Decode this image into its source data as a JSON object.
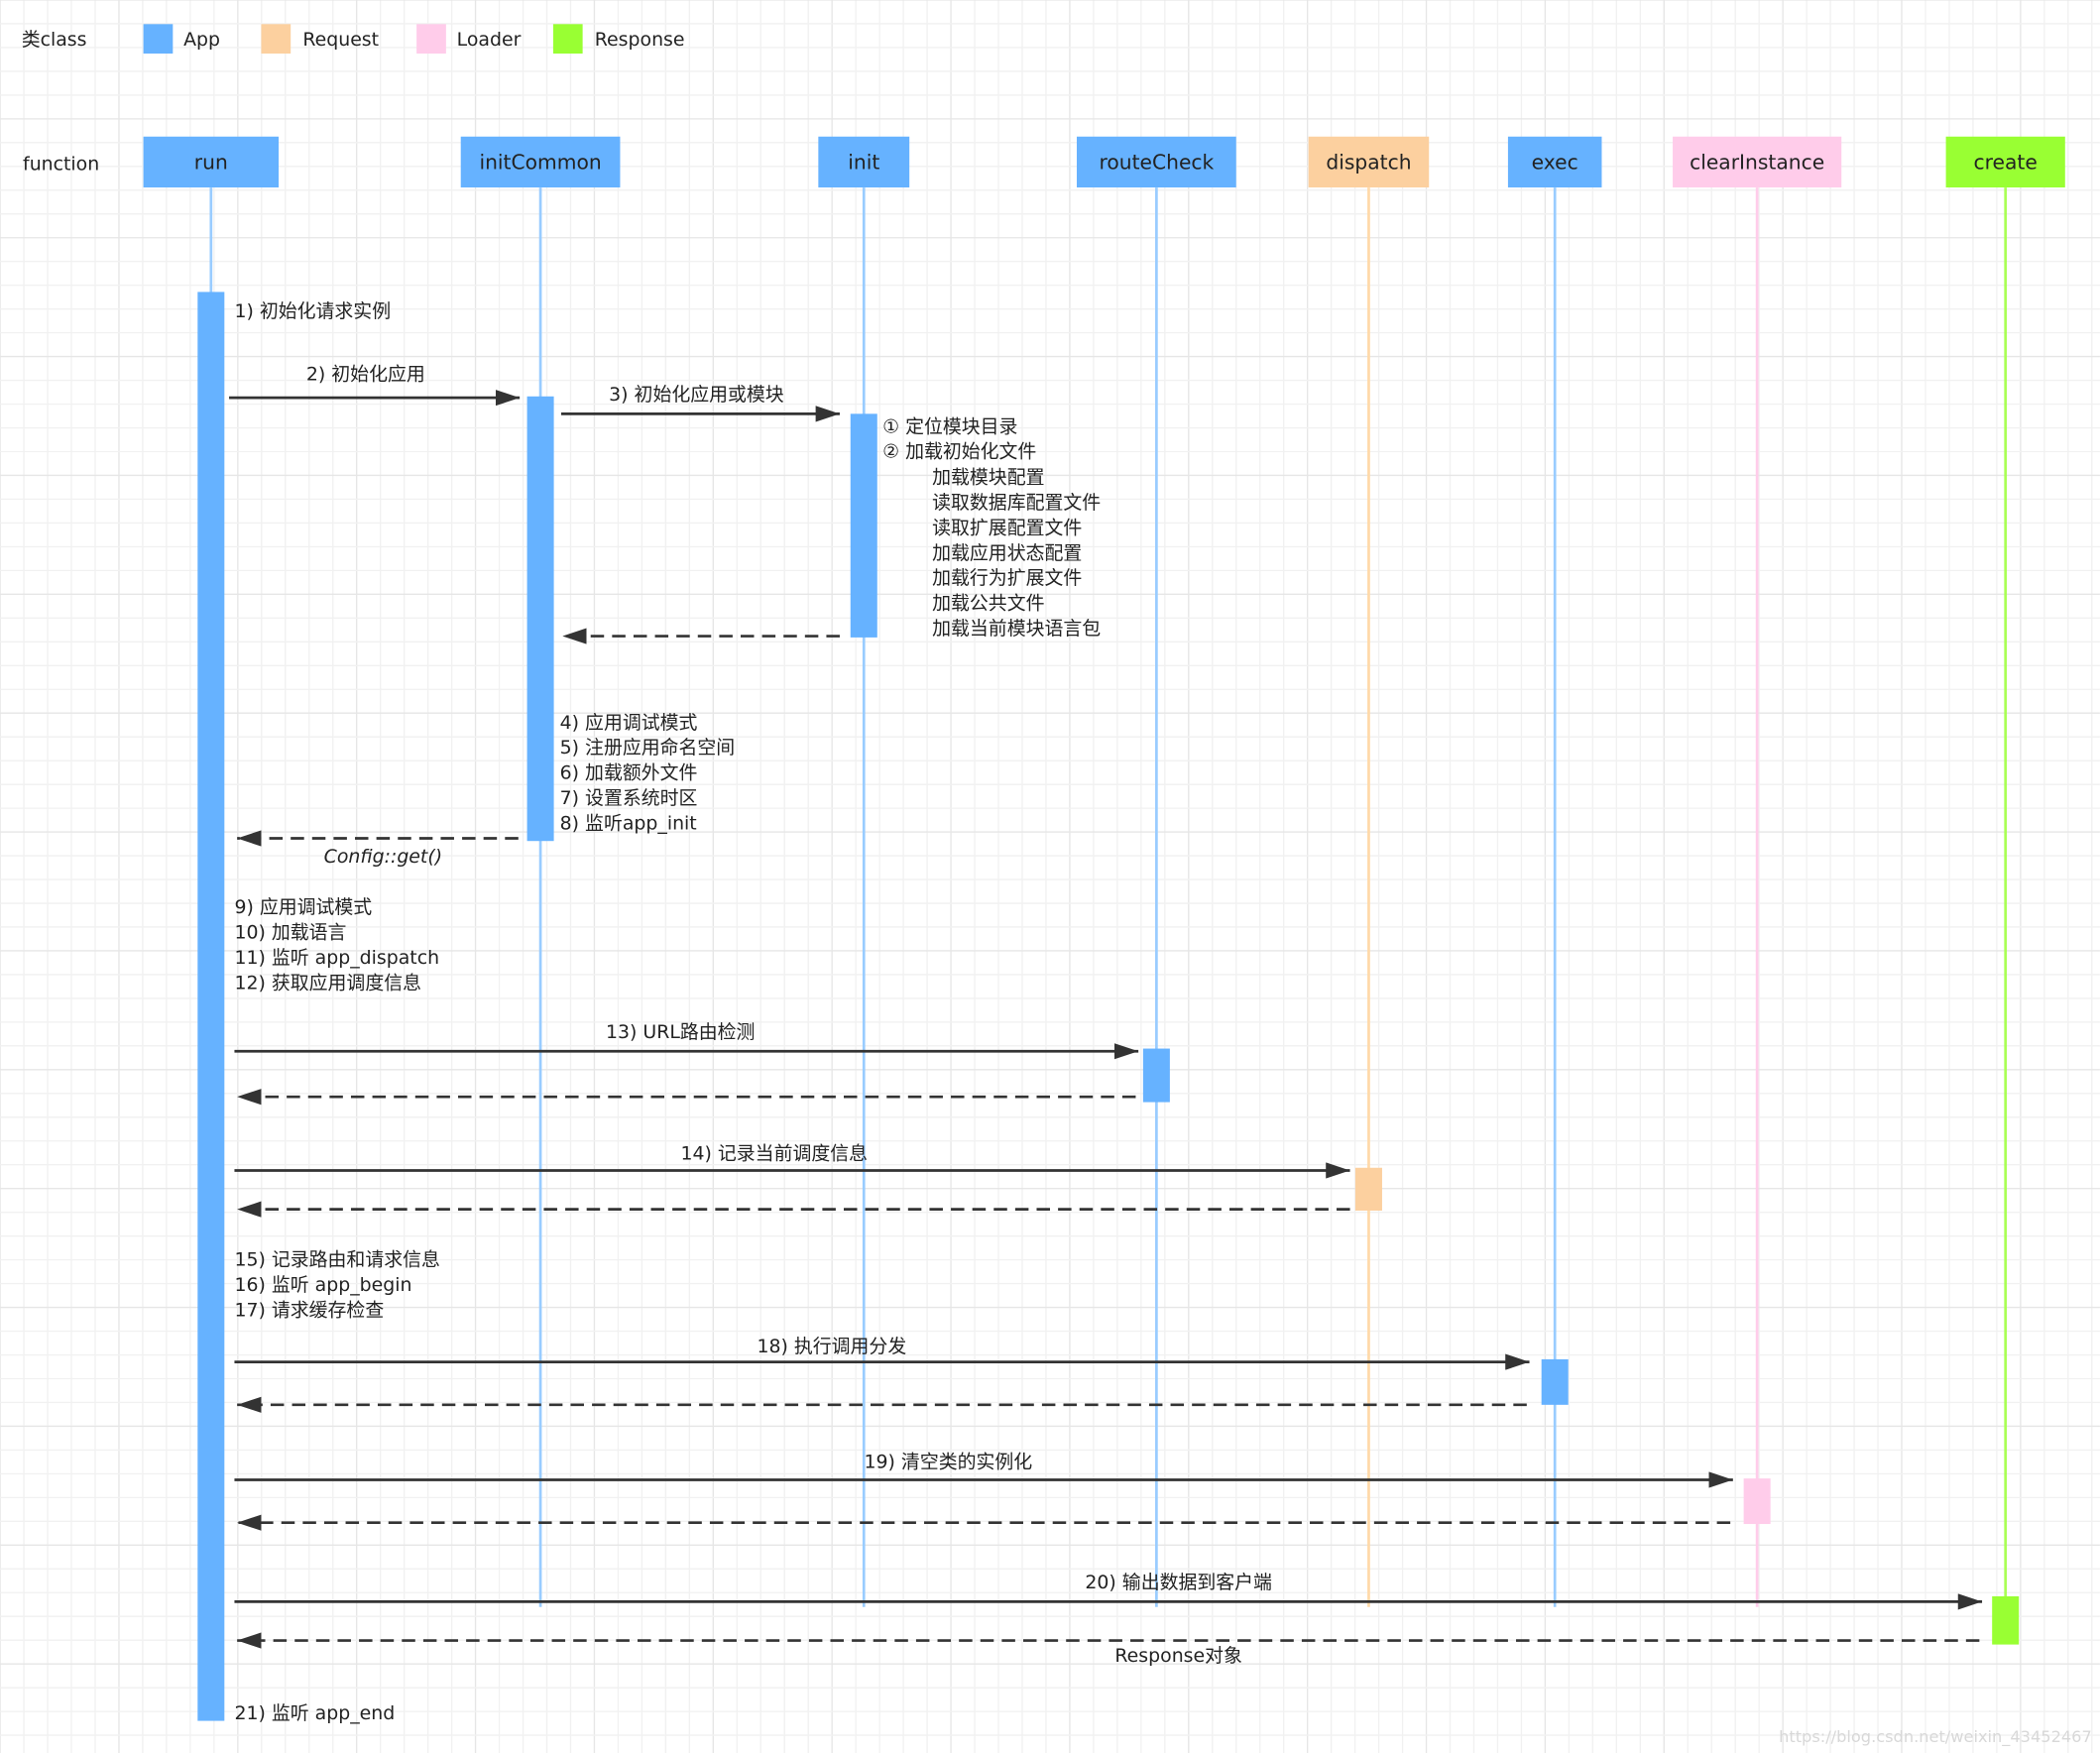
{
  "legend": {
    "title": "类class",
    "items": [
      {
        "label": "App",
        "color": "#66b2ff"
      },
      {
        "label": "Request",
        "color": "#fcd09f"
      },
      {
        "label": "Loader",
        "color": "#ffccea"
      },
      {
        "label": "Response",
        "color": "#99ff33"
      }
    ]
  },
  "function_label": "function",
  "participants": [
    {
      "name": "run",
      "class": "App"
    },
    {
      "name": "initCommon",
      "class": "App"
    },
    {
      "name": "init",
      "class": "App"
    },
    {
      "name": "routeCheck",
      "class": "App"
    },
    {
      "name": "dispatch",
      "class": "Request"
    },
    {
      "name": "exec",
      "class": "App"
    },
    {
      "name": "clearInstance",
      "class": "Loader"
    },
    {
      "name": "create",
      "class": "Response"
    }
  ],
  "messages": [
    {
      "from": "run",
      "to": "initCommon",
      "label": "2) 初始化应用",
      "style": "solid"
    },
    {
      "from": "initCommon",
      "to": "init",
      "label": "3) 初始化应用或模块",
      "style": "solid"
    },
    {
      "from": "init",
      "to": "initCommon",
      "label": "",
      "style": "dashed"
    },
    {
      "from": "initCommon",
      "to": "run",
      "label": "Config::get()",
      "style": "dashed"
    },
    {
      "from": "run",
      "to": "routeCheck",
      "label": "13) URL路由检测",
      "style": "solid"
    },
    {
      "from": "routeCheck",
      "to": "run",
      "label": "",
      "style": "dashed"
    },
    {
      "from": "run",
      "to": "dispatch",
      "label": "14) 记录当前调度信息",
      "style": "solid"
    },
    {
      "from": "dispatch",
      "to": "run",
      "label": "",
      "style": "dashed"
    },
    {
      "from": "run",
      "to": "exec",
      "label": "18) 执行调用分发",
      "style": "solid"
    },
    {
      "from": "exec",
      "to": "run",
      "label": "",
      "style": "dashed"
    },
    {
      "from": "run",
      "to": "clearInstance",
      "label": "19) 清空类的实例化",
      "style": "solid"
    },
    {
      "from": "clearInstance",
      "to": "run",
      "label": "",
      "style": "dashed"
    },
    {
      "from": "run",
      "to": "create",
      "label": "20) 输出数据到客户端",
      "style": "solid"
    },
    {
      "from": "create",
      "to": "run",
      "label": "Response对象",
      "style": "dashed"
    }
  ],
  "notes": {
    "run_start": [
      "1) 初始化请求实例"
    ],
    "init_steps": [
      "① 定位模块目录",
      "② 加载初始化文件"
    ],
    "init_substeps": [
      "加载模块配置",
      "读取数据库配置文件",
      "读取扩展配置文件",
      "加载应用状态配置",
      "加载行为扩展文件",
      "加载公共文件",
      "加载当前模块语言包"
    ],
    "initcommon_steps": [
      "4) 应用调试模式",
      "5) 注册应用命名空间",
      "6) 加载额外文件",
      "7) 设置系统时区",
      "8) 监听app_init"
    ],
    "run_steps_a": [
      "9) 应用调试模式",
      "10) 加载语言",
      "11) 监听 app_dispatch",
      "12) 获取应用调度信息"
    ],
    "run_steps_b": [
      "15) 记录路由和请求信息",
      "16) 监听 app_begin",
      "17) 请求缓存检查"
    ],
    "run_end": [
      "21) 监听 app_end"
    ]
  },
  "lifeline_colors": {
    "App": "#99ccff",
    "Request": "#ffd9a8",
    "Loader": "#ffccea",
    "Response": "#aaff55"
  },
  "watermark": "https://blog.csdn.net/weixin_43452467"
}
